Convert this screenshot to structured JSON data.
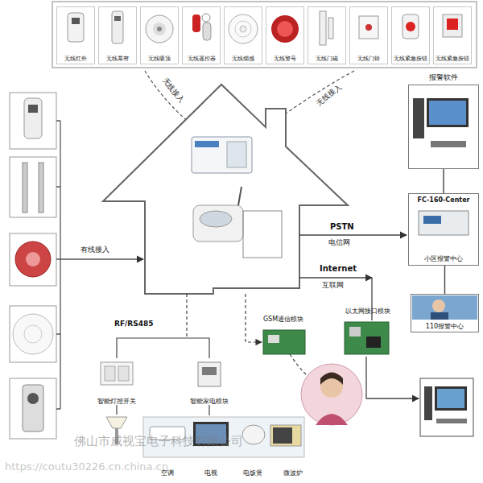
{
  "diagram": {
    "nodes": [
      {
        "text": [
          "无线红外"
        ]
      },
      {
        "text": [
          "无线幕帘"
        ]
      },
      {
        "text": [
          "无线吸顶"
        ]
      },
      {
        "text": [
          "无线遥控器"
        ]
      },
      {
        "text": [
          "无线烟感"
        ]
      },
      {
        "text": [
          "无线警号"
        ]
      },
      {
        "text": [
          "无线门磁"
        ]
      },
      {
        "text": [
          "无线门铃"
        ]
      },
      {
        "text": [
          "无线紧急按钮"
        ]
      },
      {
        "text": [
          "无线紧急按钮"
        ]
      },
      {
        "text": [
          "报警软件"
        ]
      },
      {
        "text": [
          "FC-160-Center",
          "小区报警中心"
        ]
      },
      {
        "text": [
          "110报警中心"
        ]
      },
      {
        "text": [
          "GSM通信模块"
        ]
      },
      {
        "text": [
          "以太网接口模块"
        ]
      },
      {
        "text": [
          "智能灯控开关"
        ]
      },
      {
        "text": [
          "智能家电模块"
        ]
      },
      {
        "text": [
          "空调"
        ]
      },
      {
        "text": [
          "电视"
        ]
      },
      {
        "text": [
          "电饭煲"
        ]
      },
      {
        "text": [
          "微波炉"
        ]
      }
    ],
    "edges": [
      {
        "from": 10,
        "to": 11,
        "arrow": "none"
      },
      {
        "from": 11,
        "to": 12,
        "arrow": "none"
      }
    ],
    "labels": [
      "无线接入",
      "无线接入",
      "有线接入",
      "PSTN",
      "电信网",
      "Internet",
      "互联网",
      "RF/RS485",
      "佛山市威视宝电子科技有限公司",
      "https://coutu30226.cn.china.cn"
    ]
  }
}
